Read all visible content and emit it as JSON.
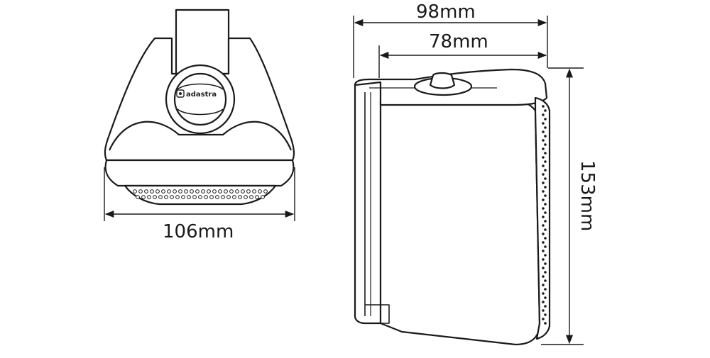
{
  "dimensions": {
    "width_front": "106mm",
    "depth_overall": "98mm",
    "depth_body": "78mm",
    "height": "153mm"
  },
  "logo": {
    "brand": "adastra"
  },
  "colors": {
    "stroke": "#1a1a1a",
    "fill": "#ffffff"
  }
}
